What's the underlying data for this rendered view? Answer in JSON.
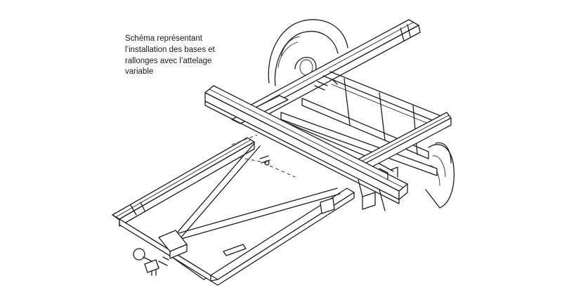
{
  "caption": {
    "lines": [
      "Schéma représentant",
      "l’installation des bases et",
      "rallonges avec l’attelage",
      "variable"
    ]
  },
  "colors": {
    "background": "#ffffff",
    "line": "#1e1e1e",
    "text": "#1a1a1a"
  }
}
